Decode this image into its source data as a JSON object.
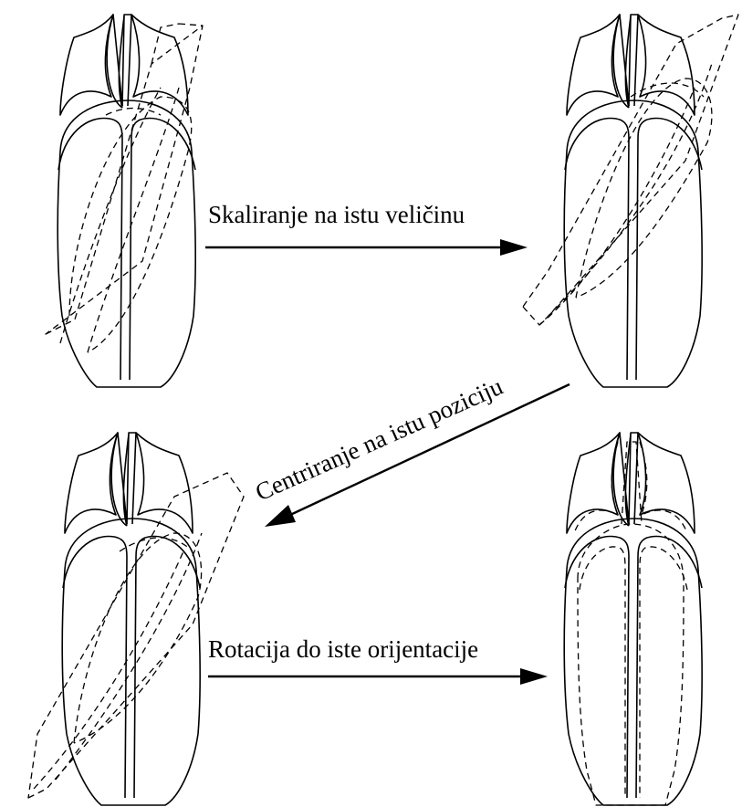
{
  "diagram": {
    "steps": [
      {
        "id": "scale",
        "label": "Skaliranje na istu veličinu"
      },
      {
        "id": "center",
        "label": "Centriranje na istu poziciju"
      },
      {
        "id": "rotate",
        "label": "Rotacija do iste orijentacije"
      }
    ],
    "colors": {
      "ink": "#000000",
      "background": "#ffffff"
    }
  }
}
